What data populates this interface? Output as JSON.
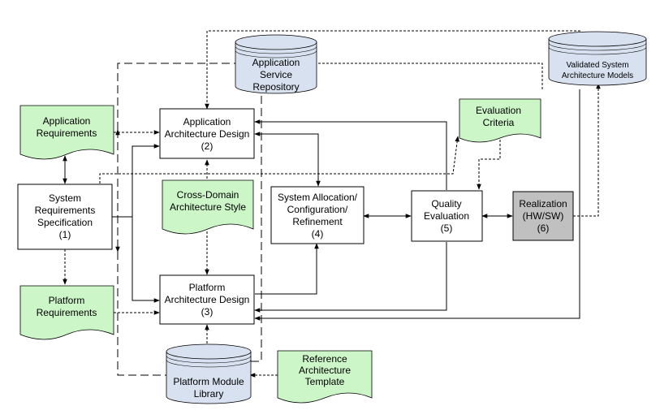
{
  "colors": {
    "document_fill": "#ccf5c8",
    "database_fill": "#d8e1ef",
    "realization_fill": "#c0c0c0",
    "process_fill": "#ffffff"
  },
  "processes": {
    "sys_req": [
      "System",
      "Requirements",
      "Specification",
      "(1)"
    ],
    "app_arch": [
      "Application",
      "Architecture Design",
      "(2)"
    ],
    "plat_arch": [
      "Platform",
      "Architecture Design",
      "(3)"
    ],
    "alloc": [
      "System Allocation/",
      "Configuration/",
      "Refinement",
      "(4)"
    ],
    "quality": [
      "Quality",
      "Evaluation",
      "(5)"
    ],
    "realization": [
      "Realization",
      "(HW/SW)",
      "(6)"
    ]
  },
  "documents": {
    "app_req": [
      "Application",
      "Requirements"
    ],
    "plat_req": [
      "Platform",
      "Requirements"
    ],
    "cross_domain": [
      "Cross-Domain",
      "Architecture Style"
    ],
    "eval_criteria": [
      "Evaluation",
      "Criteria"
    ],
    "ref_template": [
      "Reference",
      "Architecture",
      "Template"
    ]
  },
  "databases": {
    "app_repo": [
      "Application",
      "Service",
      "Repository"
    ],
    "validated": [
      "Validated System",
      "Architecture Models"
    ],
    "plat_lib": [
      "Platform Module",
      "Library"
    ]
  }
}
